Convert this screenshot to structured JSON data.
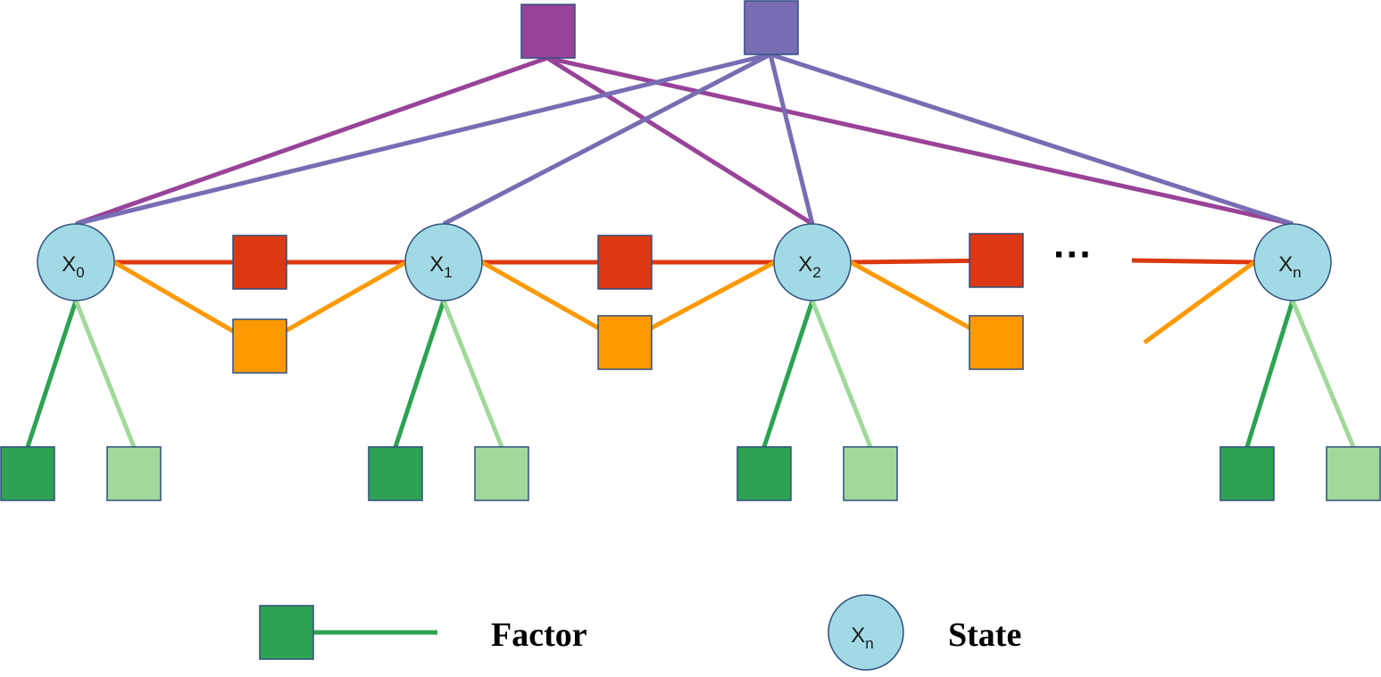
{
  "colors": {
    "state_fill": "#a1dae4",
    "state_stroke": "#2f4f80",
    "factor_stroke": "#2f4f80",
    "purple_factor": "#984399",
    "violet_factor": "#786db3",
    "red_factor": "#dc3912",
    "orange_factor": "#ff9900",
    "dark_green_factor": "#2da352",
    "light_green_factor": "#a1d99b"
  },
  "states": [
    {
      "label": "X",
      "sub": "0"
    },
    {
      "label": "X",
      "sub": "1"
    },
    {
      "label": "X",
      "sub": "2"
    },
    {
      "label": "X",
      "sub": "n"
    }
  ],
  "ellipsis": "···",
  "legend": {
    "factor_label": "Factor",
    "state_label": "State",
    "state_symbol": "X",
    "state_symbol_sub": "n"
  }
}
